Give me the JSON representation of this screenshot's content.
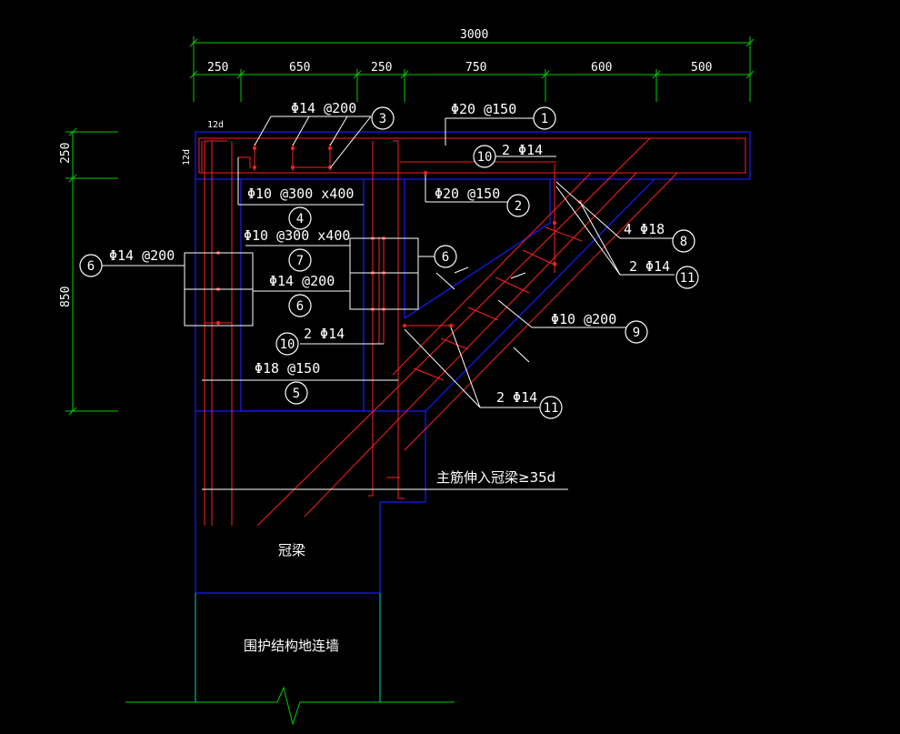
{
  "colors": {
    "background": "#000000",
    "dimension": "#00d000",
    "outline": "#1a1aff",
    "rebar": "#ff2020",
    "wall": "#00d0d0",
    "text": "#ffffff"
  },
  "dimensions": {
    "top_total": "3000",
    "top_segments": [
      "250",
      "650",
      "250",
      "750",
      "600",
      "500"
    ],
    "left_segments": [
      "250",
      "850"
    ],
    "hook_top": "12d",
    "hook_left": "12d"
  },
  "callouts": {
    "c1": {
      "label": "Φ20 @150",
      "num": "1"
    },
    "c2": {
      "label": "Φ20 @150",
      "num": "2"
    },
    "c3": {
      "label": "Φ14 @200",
      "num": "3"
    },
    "c4": {
      "label": "Φ10 @300 x400",
      "num": "4"
    },
    "c5": {
      "label": "Φ18 @150",
      "num": "5"
    },
    "c6_left": {
      "label": "Φ14 @200",
      "num": "6"
    },
    "c6_mid": {
      "label": "Φ14 @200",
      "num": "6"
    },
    "c6_right": {
      "num": "6"
    },
    "c7": {
      "label": "Φ10 @300 x400",
      "num": "7"
    },
    "c8": {
      "label": "4 Φ18",
      "num": "8"
    },
    "c9": {
      "label": "Φ10 @200",
      "num": "9"
    },
    "c10_top": {
      "label": "2 Φ14",
      "num": "10"
    },
    "c10_low": {
      "label": "2 Φ14",
      "num": "10"
    },
    "c11_top": {
      "label": "2 Φ14",
      "num": "11"
    },
    "c11_low": {
      "label": "2 Φ14",
      "num": "11"
    }
  },
  "notes": {
    "anchorage": "主筋伸入冠梁≥35d",
    "crown_beam": "冠梁",
    "diaphragm_wall": "围护结构地连墙"
  }
}
